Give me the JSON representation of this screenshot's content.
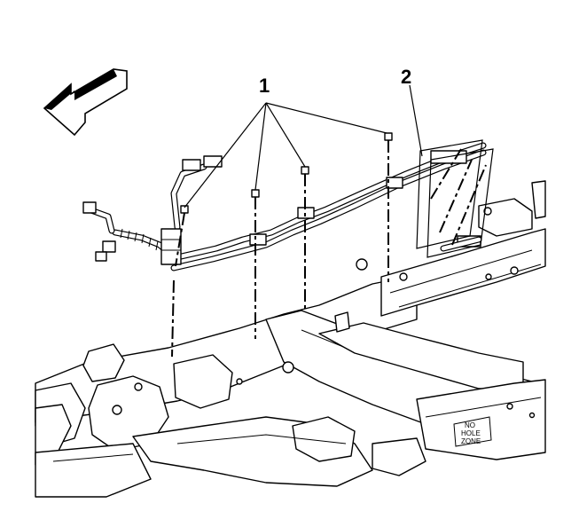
{
  "callouts": {
    "one": "1",
    "two": "2"
  },
  "frame": {
    "zone_label_line1": "NO",
    "zone_label_line2": "HOLE",
    "zone_label_line3": "ZONE"
  },
  "icons": {
    "direction": "arrow-left-icon"
  },
  "colors": {
    "line": "#000000",
    "background": "#ffffff"
  }
}
